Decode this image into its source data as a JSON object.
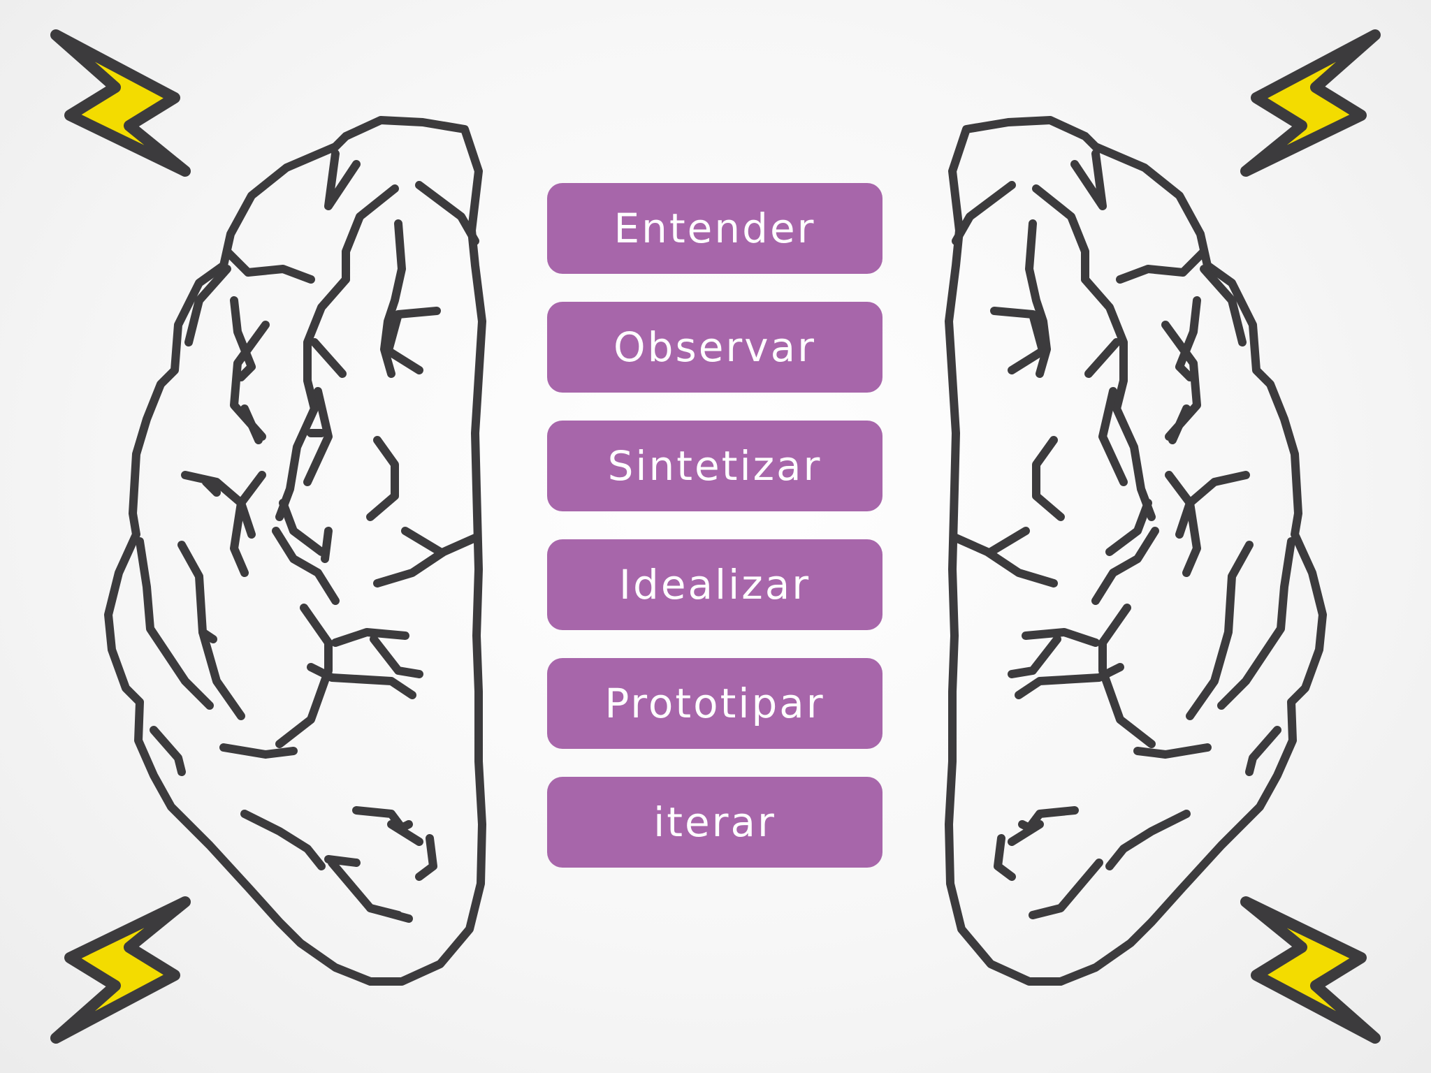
{
  "steps": [
    "Entender",
    "Observar",
    "Sintetizar",
    "Idealizar",
    "Prototipar",
    "iterar"
  ],
  "icons": [
    "brain-left-icon",
    "brain-right-icon",
    "lightning-bolt-icon"
  ],
  "colors": {
    "step_fill": "#a766aa",
    "step_text": "#ffffff",
    "brain_outline": "#3c3b3d",
    "bolt_fill": "#f3dc00",
    "bolt_outline": "#3c3b3d"
  }
}
